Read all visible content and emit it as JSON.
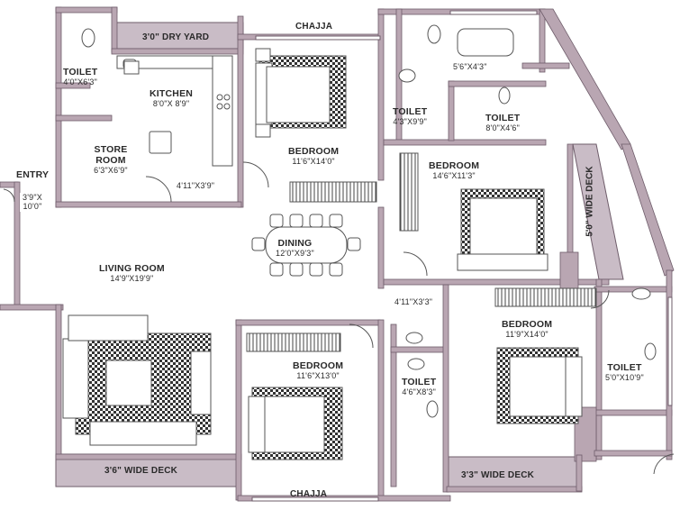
{
  "colors": {
    "wall": "#b9a6b2",
    "wall_edge": "#6e5c6a",
    "deck": "#c9bcc6",
    "furniture": "#555555",
    "pattern": "#333333",
    "background": "#ffffff"
  },
  "rooms": {
    "dry_yard": {
      "dims": "3'0\" DRY YARD"
    },
    "chajja_top": {
      "label": "CHAJJA"
    },
    "chajja_bottom": {
      "label": "CHAJJA"
    },
    "toilet_kitchen": {
      "name": "TOILET",
      "dims": "4'0\"X6'3\""
    },
    "kitchen": {
      "name": "KITCHEN",
      "dims": "8'0\"X 8'9\""
    },
    "store_room": {
      "name": "STORE ROOM",
      "dims": "6'3\"X6'9\""
    },
    "passage_kitchen": {
      "dims": "4'11\"X3'9\""
    },
    "entry": {
      "name": "ENTRY",
      "dims": "3'9\"X 10'0\""
    },
    "bedroom_top": {
      "name": "BEDROOM",
      "dims": "11'6\"X14'0\""
    },
    "bath_top": {
      "dims": "5'6\"X4'3\""
    },
    "toilet_center": {
      "name": "TOILET",
      "dims": "4'3\"X9'9\""
    },
    "toilet_right": {
      "name": "TOILET",
      "dims": "8'0\"X4'6\""
    },
    "bedroom_right": {
      "name": "BEDROOM",
      "dims": "14'6\"X11'3\""
    },
    "deck_right": {
      "label": "5'0\" WIDE DECK"
    },
    "dining": {
      "name": "DINING",
      "dims": "12'0\"X9'3\""
    },
    "living": {
      "name": "LIVING ROOM",
      "dims": "14'9\"X19'9\""
    },
    "passage_center": {
      "dims": "4'11\"X3'3\""
    },
    "bedroom_center": {
      "name": "BEDROOM",
      "dims": "11'6\"X13'0\""
    },
    "toilet_lower": {
      "name": "TOILET",
      "dims": "4'6\"X8'3\""
    },
    "bedroom_lower_right": {
      "name": "BEDROOM",
      "dims": "11'9\"X14'0\""
    },
    "toilet_lower_right": {
      "name": "TOILET",
      "dims": "5'0\"X10'9\""
    },
    "deck_left": {
      "label": "3'6\" WIDE DECK"
    },
    "deck_bottom": {
      "label": "3'3\" WIDE DECK"
    }
  }
}
